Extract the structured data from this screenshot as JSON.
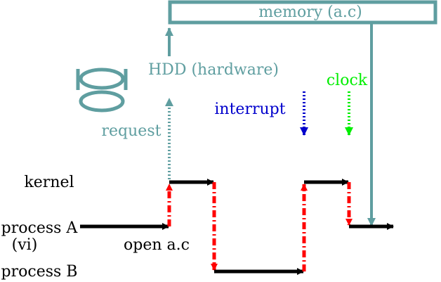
{
  "colors": {
    "teal": "#5f9ea0",
    "black": "#000000",
    "red": "#ff0000",
    "blue": "#0000cc",
    "green": "#00ee00"
  },
  "labels": {
    "memory": "memory (a.c)",
    "hdd": "HDD (hardware)",
    "clock": "clock",
    "interrupt": "interrupt",
    "request": "request",
    "kernel": "kernel",
    "process_a": "process A",
    "vi": "(vi)",
    "open": "open a.c",
    "process_b": "process B"
  },
  "icons": {
    "disk": "disk-drive-icon"
  }
}
